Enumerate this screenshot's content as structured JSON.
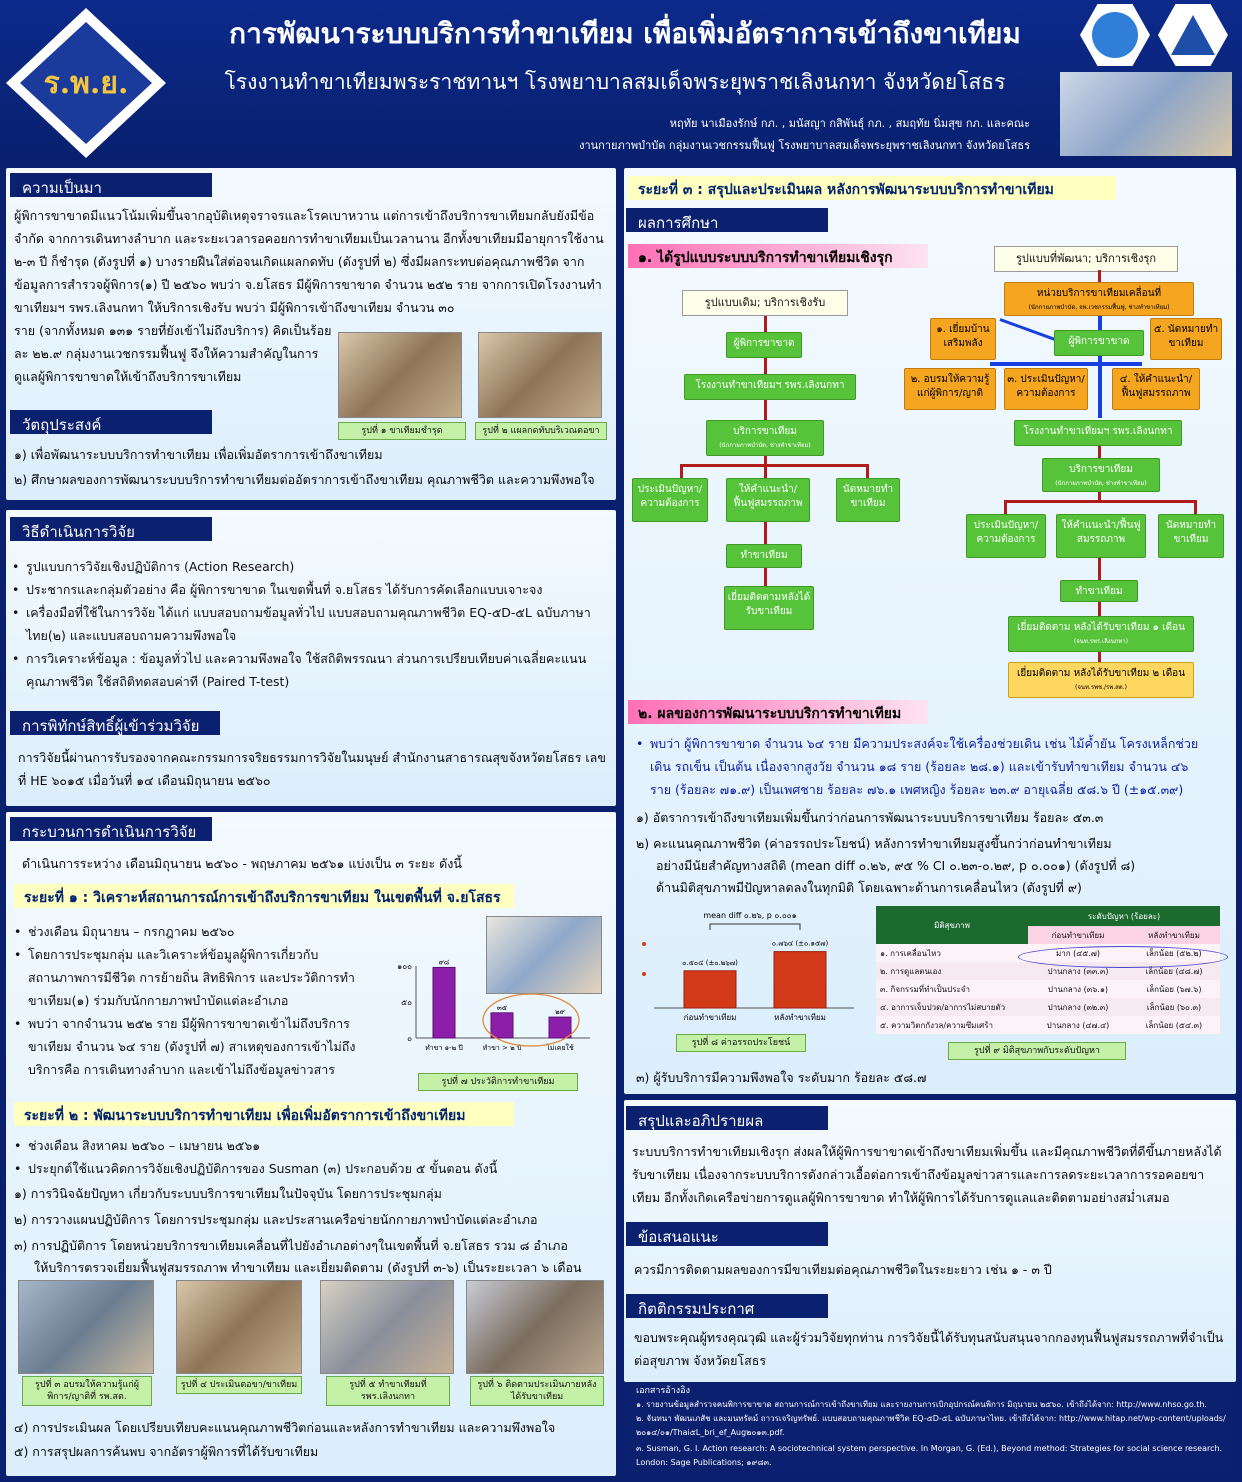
{
  "header": {
    "title": "การพัฒนาระบบบริการทำขาเทียม เพื่อเพิ่มอัตราการเข้าถึงขาเทียม",
    "subtitle": "โรงงานทำขาเทียมพระราชทานฯ โรงพยาบาลสมเด็จพระยุพราชเลิงนกทา จังหวัดยโสธร",
    "authors": "หฤทัย นาเมืองรักษ์ กภ. , มนัสญา กสิพันธุ์ กภ. , สมฤทัย นิ่มสุข กภ. และคณะ",
    "affiliation": "งานกายภาพบำบัด กลุ่มงานเวชกรรมฟื้นฟู โรงพยาบาลสมเด็จพระยุพราชเลิงนกทา จังหวัดยโสธร",
    "logo_text": "ร.พ.ย."
  },
  "background": {
    "heading": "ความเป็นมา",
    "text1": "ผู้พิการขาขาดมีแนวโน้มเพิ่มขึ้นจากอุบัติเหตุจราจรและโรคเบาหวาน  แต่การเข้าถึงบริการขาเทียมกลับยังมีข้อจำกัด จากการเดินทางลำบาก และระยะเวลารอคอยการทำขาเทียมเป็นเวลานาน อีกทั้งขาเทียมมีอายุการใช้งาน ๒-๓ ปี ก็ชำรุด (ดังรูปที่ ๑) บางรายฝืนใส่ต่อจนเกิดแผลกดทับ (ดังรูปที่ ๒) ซึ่งมีผลกระทบต่อคุณภาพชีวิต จากข้อมูลการสำรวจผู้พิการ(๑) ปี ๒๕๖๐ พบว่า จ.ยโสธร มีผู้พิการขาขาด จำนวน ๒๕๒ ราย จากการเปิดโรงงานทำขาเทียมฯ รพร.เลิงนกทา ให้บริการเชิงรับ พบว่า มีผู้พิการเข้าถึงขาเทียม จำนวน ๓๐",
    "text2": "ราย (จากทั้งหมด ๑๓๑ รายที่ยังเข้าไม่ถึงบริการ) คิดเป็นร้อยละ ๒๒.๙ กลุ่มงานเวชกรรมฟื้นฟู จึงให้ความสำคัญในการดูแลผู้พิการขาขาดให้เข้าถึงบริการขาเทียม",
    "cap1": "รูปที่ ๑ ขาเทียมชำรุด",
    "cap2": "รูปที่ ๒ แผลกดทับบริเวณตอขา"
  },
  "objectives": {
    "heading": "วัตถุประสงค์",
    "items": [
      "๑) เพื่อพัฒนาระบบบริการทำขาเทียม เพื่อเพิ่มอัตราการเข้าถึงขาเทียม",
      "๒) ศึกษาผลของการพัฒนาระบบบริการทำขาเทียมต่ออัตราการเข้าถึงขาเทียม คุณภาพชีวิต และความพึงพอใจ"
    ]
  },
  "methods": {
    "heading": "วิธีดำเนินการวิจัย",
    "items": [
      "รูปแบบการวิจัยเชิงปฏิบัติการ (Action Research)",
      "ประชากรและกลุ่มตัวอย่าง คือ ผู้พิการขาขาด ในเขตพื้นที่ จ.ยโสธร ได้รับการคัดเลือกแบบเจาะจง",
      "เครื่องมือที่ใช้ในการวิจัย ได้แก่ แบบสอบถามข้อมูลทั่วไป  แบบสอบถามคุณภาพชีวิต EQ-๕D-๕L ฉบับภาษาไทย(๒) และแบบสอบถามความพึงพอใจ",
      "การวิเคราะห์ข้อมูล : ข้อมูลทั่วไป และความพึงพอใจ ใช้สถิติพรรณนา ส่วนการเปรียบเทียบค่าเฉลี่ยคะแนนคุณภาพชีวิต ใช้สถิติทดสอบค่าที (Paired T-test)"
    ]
  },
  "ethics": {
    "heading": "การพิทักษ์สิทธิ์ผู้เข้าร่วมวิจัย",
    "text": "การวิจัยนี้ผ่านการรับรองจากคณะกรรมการจริยธรรมการวิจัยในมนุษย์ สำนักงานสาธารณสุขจังหวัดยโสธร เลขที่ HE ๖๐๑๕  เมื่อวันที่ ๑๔ เดือนมิถุนายน ๒๕๖๐"
  },
  "process": {
    "heading": "กระบวนการดำเนินการวิจัย",
    "intro": "ดำเนินการระหว่าง เดือนมิถุนายน ๒๕๖๐ - พฤษภาคม ๒๕๖๑  แบ่งเป็น ๓ ระยะ ดังนี้",
    "phase1": {
      "title": "ระยะที่ ๑ : วิเคราะห์สถานการณ์การเข้าถึงบริการขาเทียม ในเขตพื้นที่ จ.ยโสธร",
      "items": [
        "ช่วงเดือน มิถุนายน – กรกฎาคม ๒๕๖๐",
        "โดยการประชุมกลุ่ม และวิเคราะห์ข้อมูลผู้พิการเกี่ยวกับสถานภาพการมีชีวิต การย้ายถิ่น สิทธิพิการ และประวัติการทำขาเทียม(๑) ร่วมกับนักกายภาพบำบัดแต่ละอำเภอ",
        "พบว่า จากจำนวน ๒๕๒ ราย มีผู้พิการขาขาดเข้าไม่ถึงบริการขาเทียม จำนวน  ๖๔ ราย (ดังรูปที่ ๗) สาเหตุของการเข้าไม่ถึงบริการคือ การเดินทางลำบาก และเข้าไม่ถึงข้อมูลข่าวสาร"
      ]
    },
    "phase2": {
      "title": "ระยะที่ ๒ : พัฒนาระบบบริการทำขาเทียม เพื่อเพิ่มอัตราการเข้าถึงขาเทียม",
      "bullets": [
        "ช่วงเดือน สิงหาคม ๒๕๖๐ – เมษายน ๒๕๖๑",
        "ประยุกต์ใช้แนวคิดการวิจัยเชิงปฏิบัติการของ Susman (๓) ประกอบด้วย ๕ ขั้นตอน ดังนี้"
      ],
      "steps": [
        "๑) การวินิจฉัยปัญหา เกี่ยวกับระบบบริการขาเทียมในปัจจุบัน โดยการประชุมกลุ่ม",
        "๒) การวางแผนปฏิบัติการ โดยการประชุมกลุ่ม และประสานเครือข่ายนักกายภาพบำบัดแต่ละอำเภอ",
        "๓) การปฏิบัติการ โดยหน่วยบริการขาเทียมเคลื่อนที่ไปยังอำเภอต่างๆในเขตพื้นที่ จ.ยโสธร รวม ๘ อำเภอ",
        "ให้บริการตรวจเยี่ยมฟื้นฟูสมรรถภาพ ทำขาเทียม และเยี่ยมติดตาม (ดังรูปที่ ๓-๖) เป็นระยะเวลา ๖ เดือน"
      ],
      "captions": [
        "รูปที่ ๓ อบรมให้ความรู้แก่ผู้พิการ/ญาติที่ รพ.สต.",
        "รูปที่ ๔ ประเมินตอขา/ขาเทียม",
        "รูปที่ ๕ ทำขาเทียมที่ รพร.เลิงนกทา",
        "รูปที่ ๖ ติดตามประเมินภายหลังได้รับขาเทียม"
      ],
      "steps2": [
        "๔) การประเมินผล โดยเปรียบเทียบคะแนนคุณภาพชีวิตก่อนและหลังการทำขาเทียม และความพึงพอใจ",
        "๕) การสรุปผลการค้นพบ จากอัตราผู้พิการที่ได้รับขาเทียม"
      ]
    }
  },
  "chart7": {
    "caption": "รูปที่ ๗ ประวัติการทำขาเทียม",
    "ticks": [
      "๑๐๐",
      "๕๐",
      "๐"
    ]
  },
  "chart_data": [
    {
      "type": "bar",
      "categories": [
        "ทำขา ๑-๒ ปี",
        "ทำขา > ๒ ปี",
        "ไม่เคยใช้"
      ],
      "values": [
        98,
        35,
        29
      ],
      "value_labels": [
        "๙๘",
        "๓๕",
        "๒๙"
      ],
      "ylim": [
        0,
        100
      ],
      "title": ""
    },
    {
      "type": "bar",
      "categories": [
        "ก่อนทำขาเทียม",
        "หลังทำขาเทียม"
      ],
      "values": [
        0.504,
        0.764
      ],
      "value_labels": [
        "๐.๕๐๔ (±๐.๒๖๗)",
        "๐.๗๖๔ (±๐.๑๕๗)"
      ],
      "annotation": "mean diff ๐.๒๖, p ๐.๐๐๑",
      "ylim": [
        0,
        1
      ]
    }
  ],
  "phase3": {
    "title": "ระยะที่ ๓ : สรุปและประเมินผล หลังการพัฒนาระบบบริการทำขาเทียม"
  },
  "results": {
    "heading": "ผลการศึกษา",
    "r1": "๑. ได้รูปแบบระบบบริการทำขาเทียมเชิงรุก",
    "old_label": "รูปแบบเดิม; บริการเชิงรับ",
    "new_label": "รูปแบบที่พัฒนา; บริการเชิงรุก",
    "old": {
      "a": "ผู้พิการขาขาด",
      "b": "โรงงานทำขาเทียมฯ รพร.เลิงนกทา",
      "c": "บริการขาเทียม",
      "c2": "(นักกายภาพบำบัด, ช่างทำขาเทียม)",
      "d1": "ประเมินปัญหา/ความต้องการ",
      "d2": "ให้คำแนะนำ/ฟื้นฟูสมรรถภาพ",
      "d3": "นัดหมายทำขาเทียม",
      "e": "ทำขาเทียม",
      "f": "เยี่ยมติดตามหลังได้รับขาเทียม"
    },
    "new": {
      "unit": "หน่วยบริการขาเทียมเคลื่อนที่",
      "unit2": "(นักกายภาพบำบัด, จพ.เวชกรรมฟื้นฟู, ช่างทำขาเทียม)",
      "s1": "๑. เยี่ยมบ้านเสริมพลัง",
      "s2": "๒. อบรมให้ความรู้แก่ผู้พิการ/ญาติ",
      "s3": "๓. ประเมินปัญหา/ความต้องการ",
      "s4": "๔. ให้คำแนะนำ/ฟื้นฟูสมรรถภาพ",
      "s5": "๕. นัดหมายทำขาเทียม",
      "pt": "ผู้พิการขาขาด",
      "f": "โรงงานทำขาเทียมฯ รพร.เลิงนกทา",
      "c": "บริการขาเทียม",
      "c2": "(นักกายภาพบำบัด, ช่างทำขาเทียม)",
      "d1": "ประเมินปัญหา/ความต้องการ",
      "d2": "ให้คำแนะนำ/ฟื้นฟูสมรรถภาพ",
      "d3": "นัดหมายทำขาเทียม",
      "e": "ทำขาเทียม",
      "g1": "เยี่ยมติดตาม หลังได้รับขาเทียม ๑ เดือน",
      "g1s": "(จนท.รพร.เลิงนกทา)",
      "g2": "เยี่ยมติดตาม หลังได้รับขาเทียม ๒ เดือน",
      "g2s": "(จนท.รพช./รพ.สต.)"
    },
    "r2": "๒. ผลของการพัฒนาระบบบริการทำขาเทียม",
    "r2_bullet": "พบว่า ผู้พิการขาขาด จำนวน ๖๔ ราย มีความประสงค์จะใช้เครื่องช่วยเดิน เช่น ไม้ค้ำยัน โครงเหล็กช่วยเดิน รถเข็น เป็นต้น เนื่องจากสูงวัย จำนวน ๑๘ ราย (ร้อยละ ๒๘.๑) และเข้ารับทำขาเทียม จำนวน ๔๖ ราย (ร้อยละ ๗๑.๙) เป็นเพศชาย ร้อยละ ๗๖.๑  เพศหญิง ร้อยละ ๒๓.๙  อายุเฉลี่ย ๕๘.๖ ปี (±๑๕.๓๙)",
    "r2_items": [
      "๑) อัตราการเข้าถึงขาเทียมเพิ่มขึ้นกว่าก่อนการพัฒนาระบบบริการขาเทียม ร้อยละ ๕๓.๓",
      "๒) คะแนนคุณภาพชีวิต (ค่าอรรถประโยชน์) หลังการทำขาเทียมสูงขึ้นกว่าก่อนทำขาเทียม",
      "อย่างมีนัยสำคัญทางสถิติ (mean diff ๐.๒๖, ๙๕ % CI ๐.๒๓-๐.๒๙, p ๐.๐๐๑) (ดังรูปที่ ๘)",
      "ด้านมิติสุขภาพมีปัญหาลดลงในทุกมิติ โดยเฉพาะด้านการเคลื่อนไหว (ดังรูปที่ ๙)"
    ],
    "r2_last": "๓) ผู้รับบริการมีความพึงพอใจ ระดับมาก ร้อยละ ๕๘.๗",
    "cap8": "รูปที่ ๘ ค่าอรรถประโยชน์",
    "cap9": "รูปที่ ๙ มิติสุขภาพกับระดับปัญหา",
    "table": {
      "h1": "มิติสุขภาพ",
      "h2": "ระดับปัญหา (ร้อยละ)",
      "h3": "ก่อนทำขาเทียม",
      "h4": "หลังทำขาเทียม",
      "rows": [
        [
          "๑. การเคลื่อนไหว",
          "มาก (๔๕.๗)",
          "เล็กน้อย (๕๒.๒)"
        ],
        [
          "๒. การดูแลตนเอง",
          "ปานกลาง (๓๓.๓)",
          "เล็กน้อย (๔๘.๗)"
        ],
        [
          "๓. กิจกรรมที่ทำเป็นประจำ",
          "ปานกลาง (๓๖.๑)",
          "เล็กน้อย (๖๗.๖)"
        ],
        [
          "๔. อาการเจ็บปวด/อาการไม่สบายตัว",
          "ปานกลาง (๓๒.๓)",
          "เล็กน้อย (๖๐.๓)"
        ],
        [
          "๕. ความวิตกกังวล/ความซึมเศร้า",
          "ปานกลาง (๔๗.๔)",
          "เล็กน้อย (๕๔.๓)"
        ]
      ]
    }
  },
  "conclusion": {
    "heading": "สรุปและอภิปรายผล",
    "text": "ระบบบริการทำขาเทียมเชิงรุก ส่งผลให้ผู้พิการขาขาดเข้าถึงขาเทียมเพิ่มขึ้น และมีคุณภาพชีวิตที่ดีขึ้นภายหลังได้รับขาเทียม เนื่องจากระบบบริการดังกล่าวเอื้อต่อการเข้าถึงข้อมูลข่าวสารและการลดระยะเวลาการรอคอยขาเทียม อีกทั้งเกิดเครือข่ายการดูแลผู้พิการขาขาด ทำให้ผู้พิการได้รับการดูแลและติดตามอย่างสม่ำเสมอ"
  },
  "suggest": {
    "heading": "ข้อเสนอแนะ",
    "text": "ควรมีการติดตามผลของการมีขาเทียมต่อคุณภาพชีวิตในระยะยาว เช่น ๑ - ๓ ปี"
  },
  "ack": {
    "heading": "กิตติกรรมประกาศ",
    "text": "ขอบพระคุณผู้ทรงคุณวุฒิ และผู้ร่วมวิจัยทุกท่าน การวิจัยนี้ได้รับทุนสนับสนุนจากกองทุนฟื้นฟูสมรรถภาพที่จำเป็นต่อสุขภาพ จังหวัดยโสธร"
  },
  "refs": {
    "heading": "เอกสารอ้างอิง",
    "items": [
      "๑. รายงานข้อมูลสำรวจคนพิการขาขาด สถานการณ์การเข้าถึงขาเทียม และรายงานการเบิกอุปกรณ์คนพิการ มิถุนายน ๒๕๖๐. เข้าถึงได้จาก: http://www.nhso.go.th.",
      "๒. จันทนา พัฒนเภสัช และมนทรัตม์ ถาวรเจริญทรัพย์.       แบบสอบถามคุณภาพชีวิต EQ-๕D-๕L         ฉบับภาษาไทย. เข้าถึงได้จาก: http://www.hitap.net/wp-content/uploads/๒๐๑๔/๐๑/Thai๕L_bri_ef_Aug๒๐๑๓.pdf.",
      "๓. Susman, G. I. Action research: A sociotechnical system perspective. In Morgan, G. (Ed.),  Beyond method: Strategies for social science research. London: Sage  Publications; ๑๙๘๓."
    ]
  }
}
